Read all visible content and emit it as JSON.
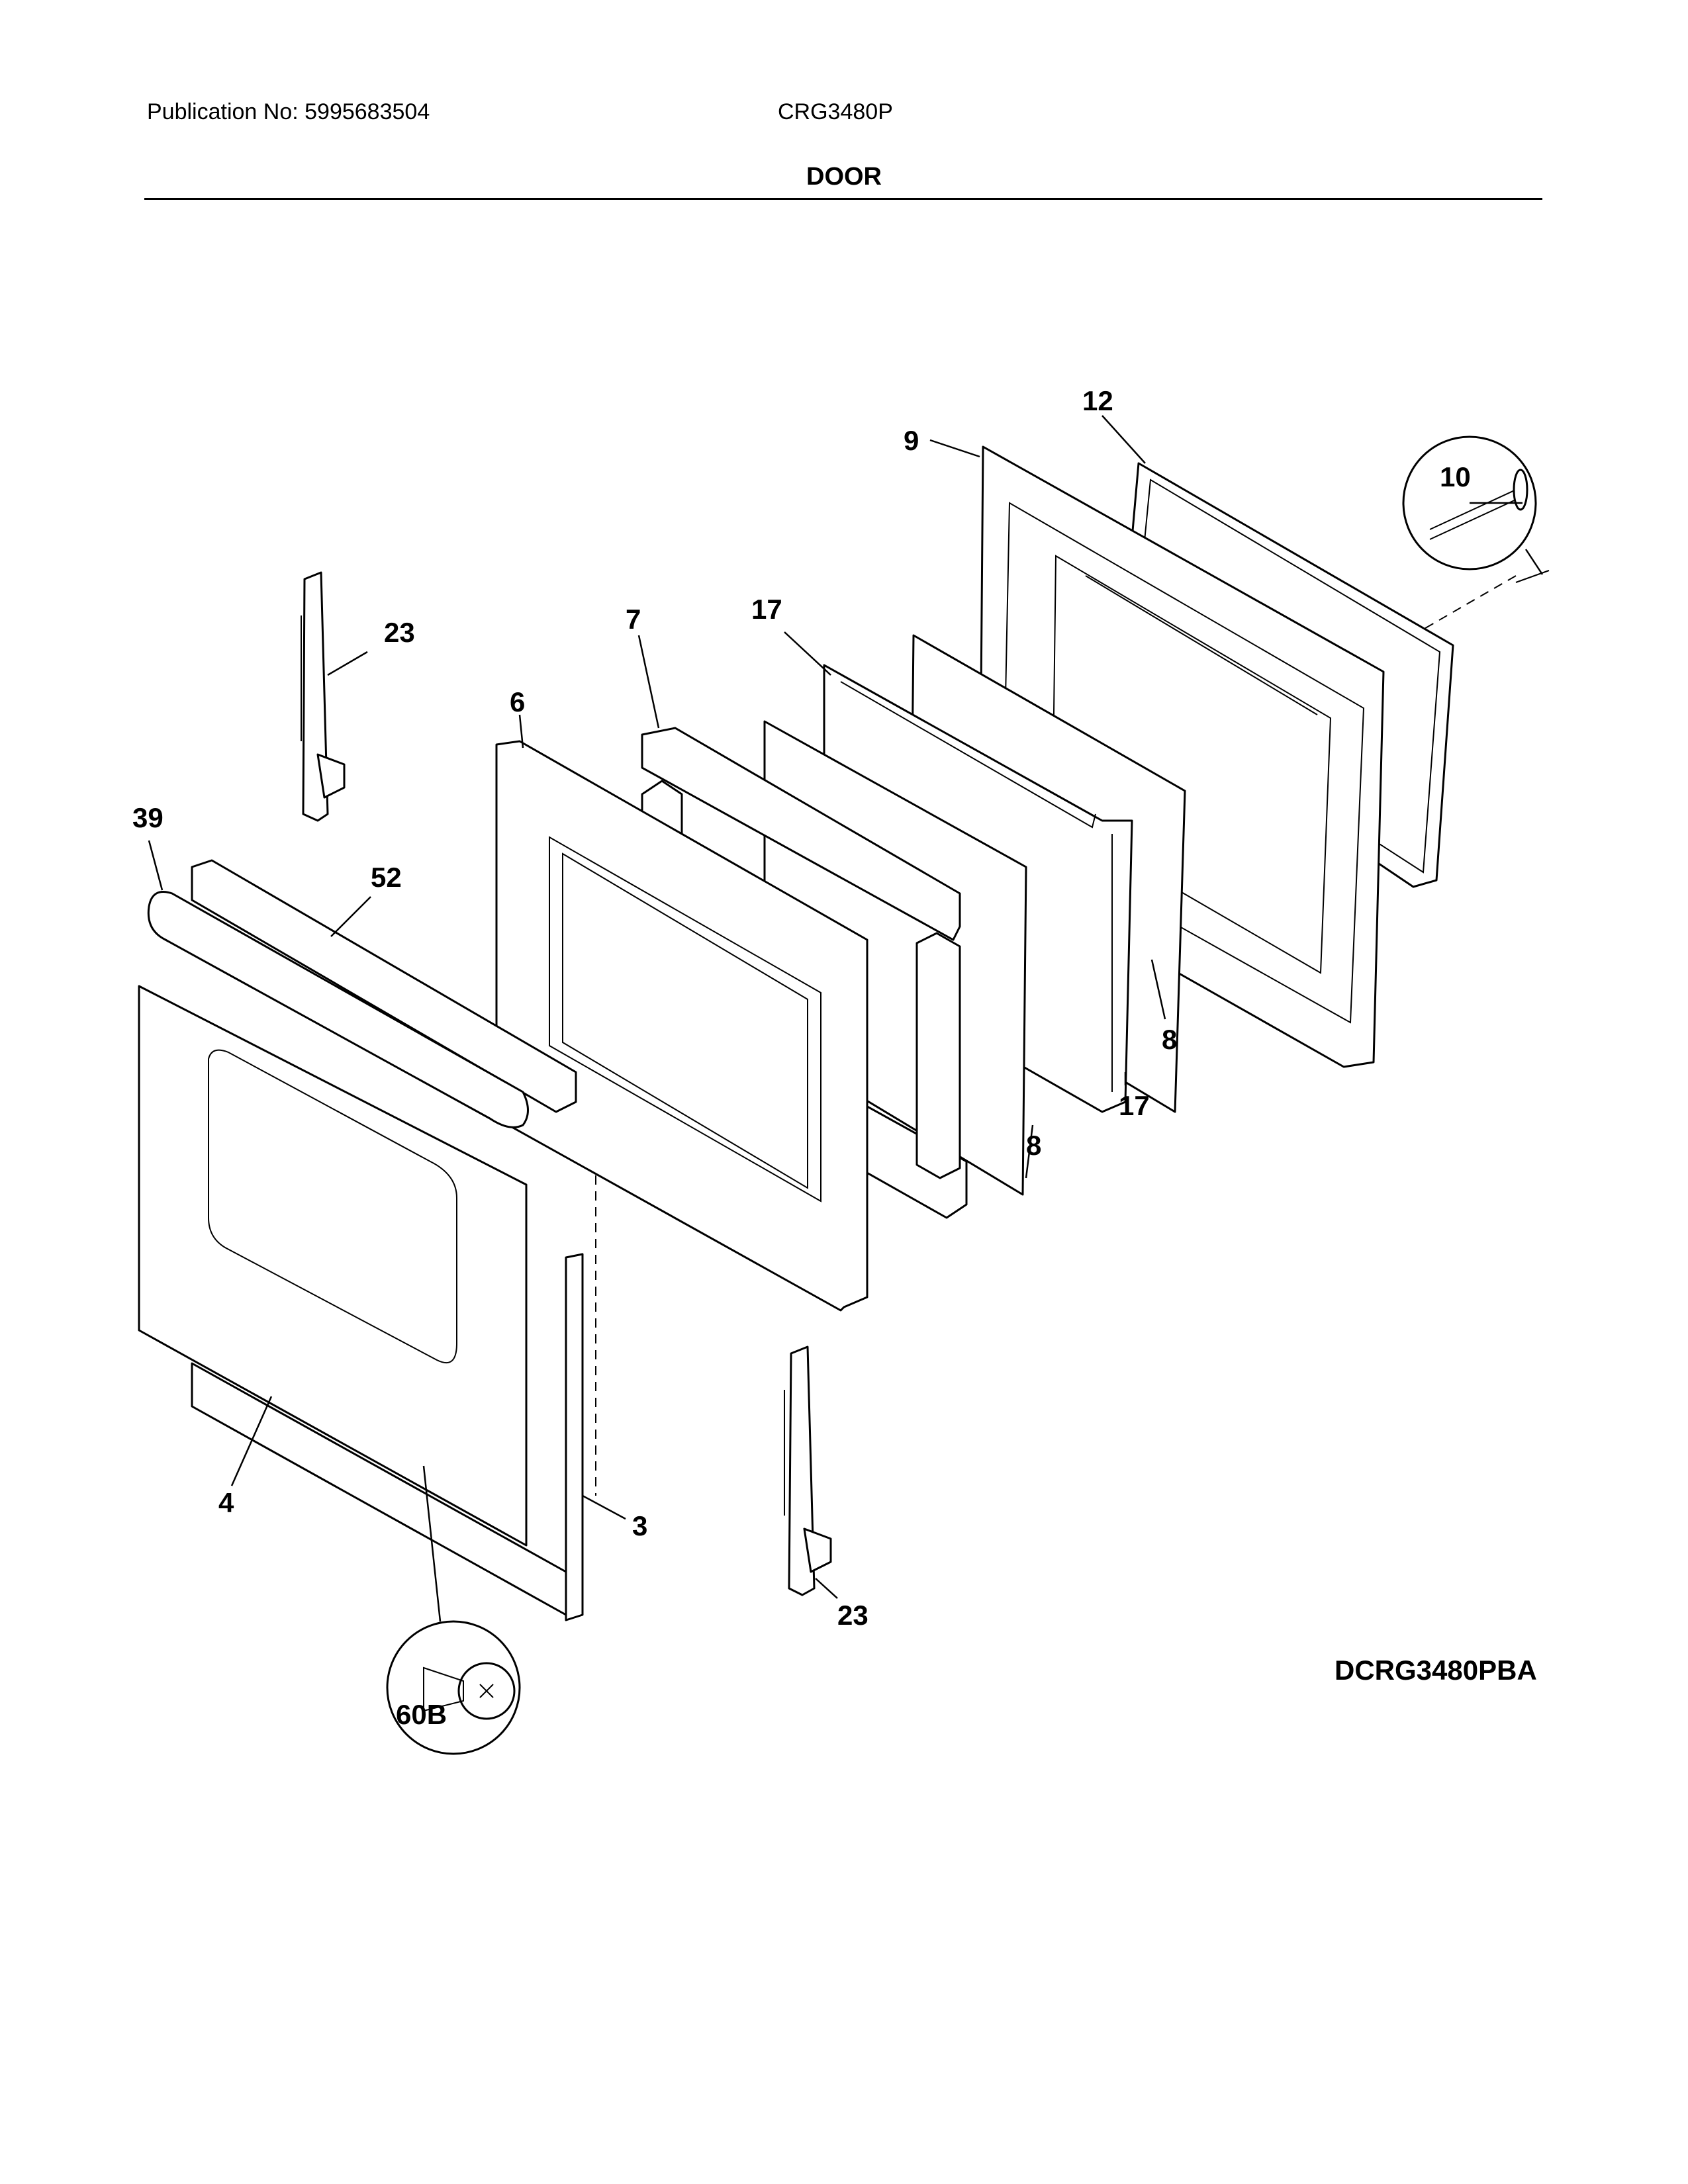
{
  "header": {
    "publication": "Publication No: 5995683504",
    "model": "CRG3480P",
    "section_title": "DOOR"
  },
  "diagram_code": "DCRG3480PBA",
  "callouts": {
    "c3": "3",
    "c4": "4",
    "c6": "6",
    "c7": "7",
    "c8a": "8",
    "c8b": "8",
    "c9": "9",
    "c10": "10",
    "c12": "12",
    "c17a": "17",
    "c17b": "17",
    "c23a": "23",
    "c23b": "23",
    "c39": "39",
    "c52": "52",
    "c60b": "60B"
  }
}
